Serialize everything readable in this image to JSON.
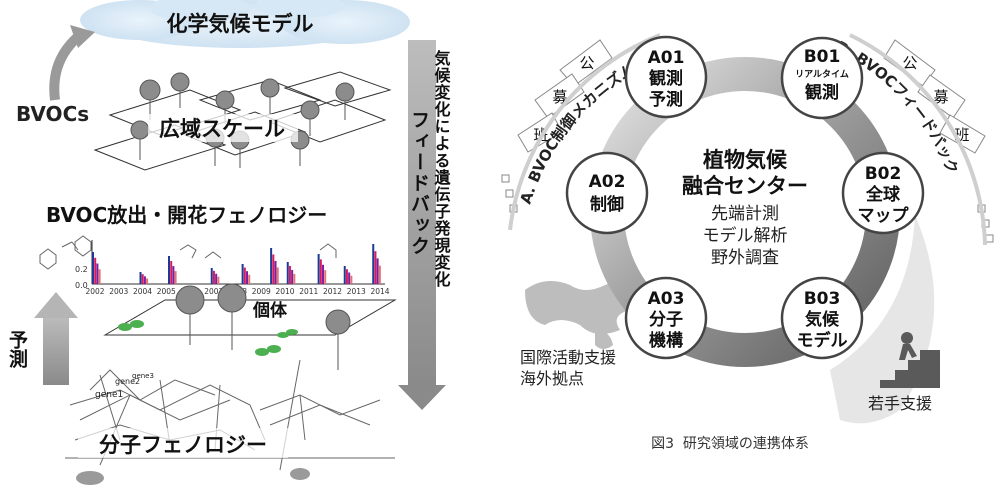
{
  "left": {
    "cloud_title": "化学気候モデル",
    "bvocs": "BVOCs",
    "wide_scale": "広域スケール",
    "feedback_vertical_1": "気候変化による遺伝子発現変化",
    "feedback_vertical_2": "フィードバック",
    "phenology_title": "BVOC放出・開花フェノロジー",
    "prediction": "予測",
    "individual": "個体",
    "molecular_phenology": "分子フェノロジー",
    "chart_years": [
      "2002",
      "2003",
      "2004",
      "2005",
      "2006",
      "2007",
      "2008",
      "2009",
      "2010",
      "2011",
      "2012",
      "2013",
      "2014"
    ],
    "chart_ticks": [
      "0.2",
      "0.0"
    ],
    "genes": [
      "gene1",
      "gene2",
      "gene3"
    ]
  },
  "right": {
    "center_line1": "植物気候",
    "center_line2": "融合センター",
    "center_items": [
      "先端計測",
      "モデル解析",
      "野外調査"
    ],
    "arc_left": "A. BVOC制御メカニズム",
    "arc_right": "B. BVOCフィードバック",
    "kobo": [
      "公",
      "募",
      "班"
    ],
    "nodes": {
      "A01": {
        "code": "A01",
        "l1": "観測",
        "l2": "予測"
      },
      "A02": {
        "code": "A02",
        "l1": "制御"
      },
      "A03": {
        "code": "A03",
        "l1": "分子",
        "l2": "機構"
      },
      "B01": {
        "code": "B01",
        "small": "リアルタイム",
        "l1": "観測"
      },
      "B02": {
        "code": "B02",
        "l1": "全球",
        "l2": "マップ"
      },
      "B03": {
        "code": "B03",
        "l1": "気候",
        "l2": "モデル"
      }
    },
    "intl_1": "国際活動支援",
    "intl_2": "海外拠点",
    "young": "若手支援",
    "caption": "図3  研究領域の連携体系"
  }
}
